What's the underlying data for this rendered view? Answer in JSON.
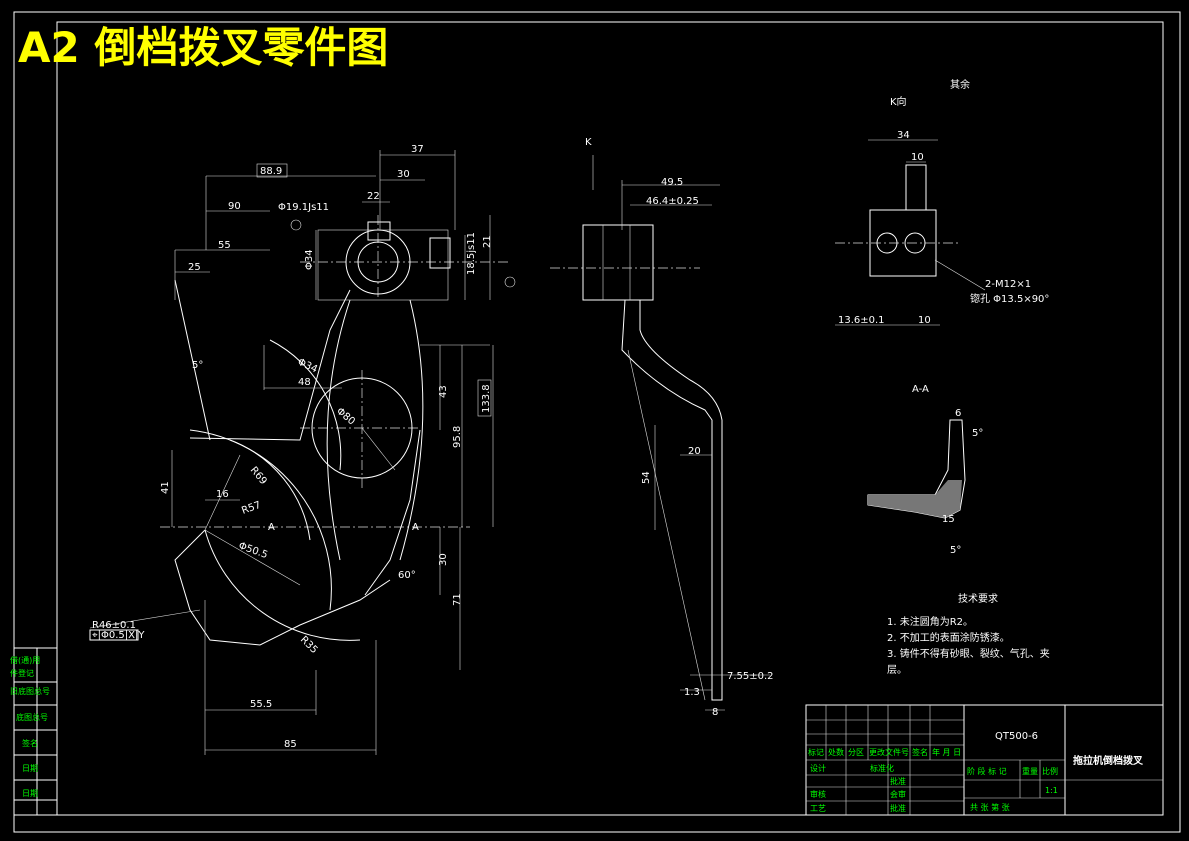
{
  "title": "A2 倒档拨叉零件图",
  "front_view": {
    "dims": [
      "88.9",
      "37",
      "30",
      "90",
      "22",
      "Φ19.1Js11",
      "55",
      "25",
      "Φ34",
      "21",
      "18.5js11",
      "5°",
      "Φ34",
      "48",
      "Φ80",
      "43",
      "95.8",
      "133.8",
      "41",
      "16",
      "R69",
      "R57",
      "A",
      "A",
      "Φ50.5",
      "60°",
      "30",
      "71",
      "R46±0.1",
      "R35",
      "55.5",
      "85"
    ],
    "tolerance_frame": "⌖|Φ0.5|X|Y"
  },
  "side_view": {
    "label": "K",
    "dims": [
      "49.5",
      "46.4±0.25",
      "20",
      "54",
      "7.55±0.2",
      "1.3",
      "8"
    ]
  },
  "k_view": {
    "label": "K向",
    "dims": [
      "34",
      "10",
      "2-M12×1",
      "锪孔 Φ13.5×90°",
      "13.6±0.1",
      "10"
    ]
  },
  "section": {
    "label": "A-A",
    "dims": [
      "6",
      "5°",
      "15",
      "5°"
    ]
  },
  "roughness_note": "其余",
  "tech_req": {
    "heading": "技术要求",
    "items": [
      "1. 未注圆角为R2。",
      "2. 不加工的表面涂防锈漆。",
      "3. 铸件不得有砂眼、裂纹、气孔、夹",
      "层。"
    ]
  },
  "side_labels": [
    "借(通)用",
    "件登记",
    "旧底图总号",
    "底图总号",
    "签名",
    "日期",
    "日期"
  ],
  "title_block": {
    "material": "QT500-6",
    "part_name": "拖拉机倒档拨叉",
    "row_headers": [
      "标记",
      "处数",
      "分区",
      "更改文件号",
      "签名",
      "年 月 日"
    ],
    "left_labels": [
      "设计",
      "审核",
      "工艺"
    ],
    "mid_labels": [
      "标准化",
      "批准",
      "会审",
      "批准"
    ],
    "stage_headers": [
      "阶 段 标 记",
      "重量",
      "比例"
    ],
    "scale": "1:1",
    "sheet": "共 张 第 张"
  }
}
